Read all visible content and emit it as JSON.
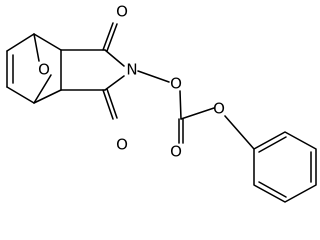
{
  "diagram": {
    "type": "chemical-structure",
    "atom_labels": {
      "o_top": "O",
      "o_bridge": "O",
      "n_imide": "N",
      "o_ester_1": "O",
      "o_bottom": "O",
      "o_carbonyl": "O",
      "o_ester_2": "O"
    }
  },
  "colors": {
    "bond": "#000000",
    "label": "#000000",
    "background": "#ffffff"
  }
}
